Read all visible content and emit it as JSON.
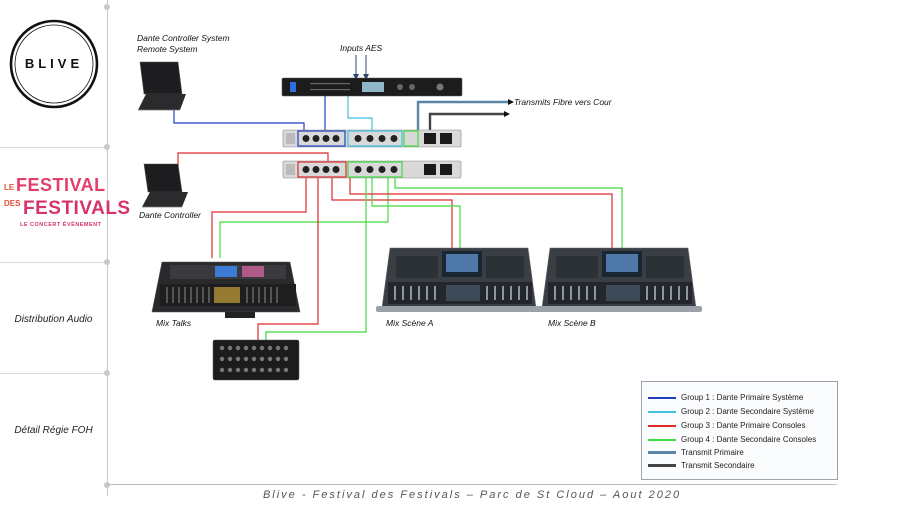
{
  "logo": {
    "brand": "BLIVE"
  },
  "festival_logo": {
    "line1": "LE",
    "line2": "FESTIVAL",
    "line3": "DES",
    "line4": "FESTIVALS",
    "tagline": "LE CONCERT ÉVÉNEMENT"
  },
  "sidebar": {
    "sections": [
      {
        "label": "Distribution Audio"
      },
      {
        "label": "Détail Régie FOH"
      }
    ]
  },
  "diagram": {
    "labels": {
      "remote_system": "Dante Controller System\nRemote System",
      "inputs_aes": "Inputs AES",
      "transmits_fibre": "Transmits Fibre vers Cour",
      "dante_controller": "Dante Controller",
      "mix_talks": "Mix Talks",
      "mix_scene_a": "Mix Scène A",
      "mix_scene_b": "Mix Scène B"
    }
  },
  "legend": {
    "items": [
      {
        "label": "Group 1 : Dante Primaire Système",
        "color": "#1f3fbf"
      },
      {
        "label": "Group 2 : Dante Secondaire Système",
        "color": "#3fc1df"
      },
      {
        "label": "Group 3 : Dante Primaire Consoles",
        "color": "#e02a2a"
      },
      {
        "label": "Group 4 : Dante Secondaire Consoles",
        "color": "#3fdc3f"
      },
      {
        "label": "Transmit Primaire",
        "color": "#5b86a6"
      },
      {
        "label": "Transmit Secondaire",
        "color": "#444444"
      }
    ]
  },
  "footer": {
    "text": "Blive - Festival des Festivals – Parc de St Cloud – Aout 2020"
  }
}
